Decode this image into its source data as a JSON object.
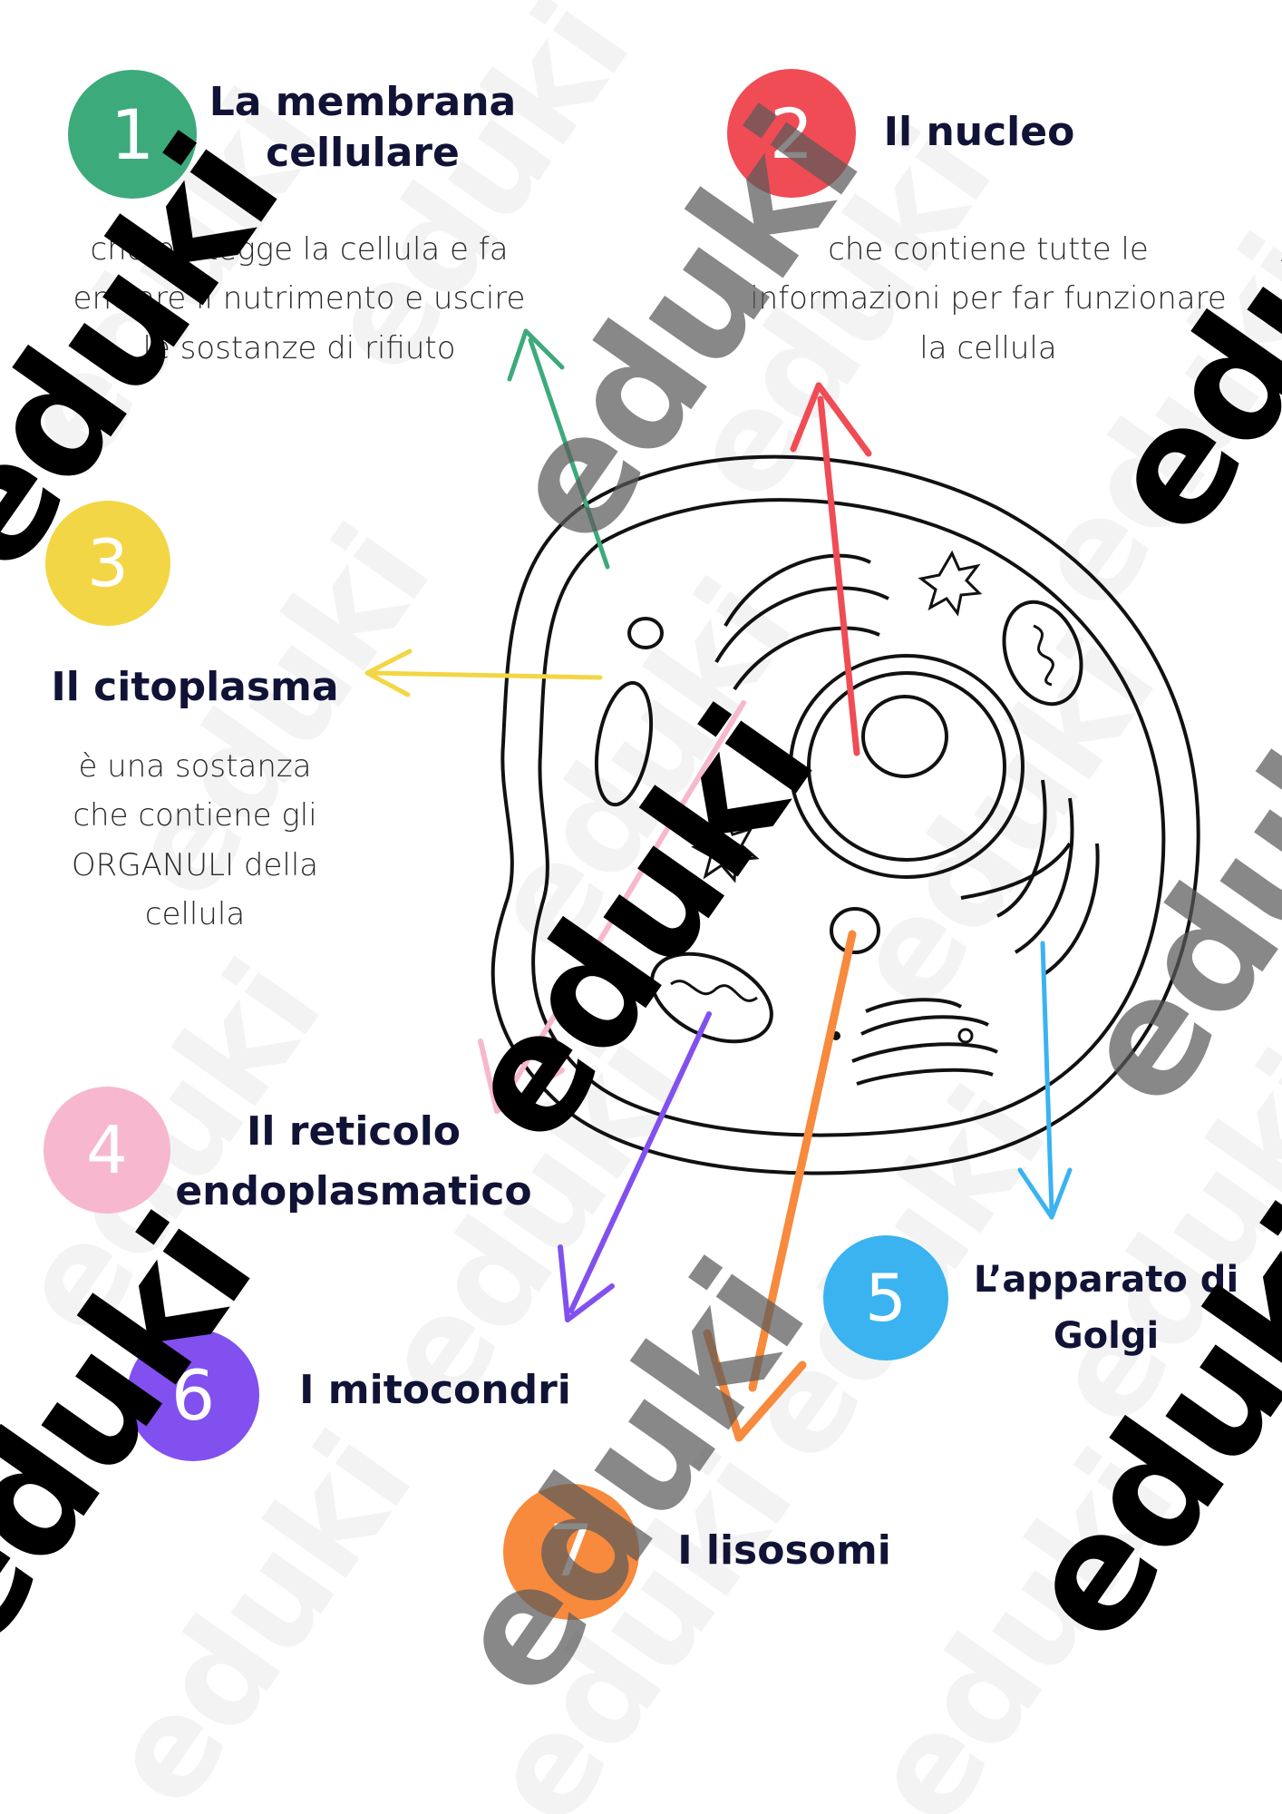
{
  "colors": {
    "membrane": "#3daa7c",
    "nucleus": "#ef4c55",
    "cytoplasm": "#f3d645",
    "reticulum": "#f7b8cf",
    "golgi": "#3ab3f0",
    "mitochondria": "#8150ef",
    "lysosomes": "#f78a3d",
    "title": "#111336"
  },
  "items": [
    {
      "number": "1",
      "title_lines": [
        "La membrana",
        "cellulare"
      ],
      "description": [
        "che protegge la cellula e fa",
        "entrare il nutrimento e uscire",
        "le sostanze di rifiuto"
      ]
    },
    {
      "number": "2",
      "title_lines": [
        "Il nucleo"
      ],
      "description": [
        "che contiene tutte le",
        "informazioni per far funzionare",
        "la cellula"
      ]
    },
    {
      "number": "3",
      "title_lines": [
        "Il citoplasma"
      ],
      "description": [
        "è una sostanza",
        "che contiene gli",
        "ORGANULI della",
        "cellula"
      ]
    },
    {
      "number": "4",
      "title_lines": [
        "Il reticolo",
        "endoplasmatico"
      ],
      "description": []
    },
    {
      "number": "5",
      "title_lines": [
        "L’apparato di",
        "Golgi"
      ],
      "description": []
    },
    {
      "number": "6",
      "title_lines": [
        "I mitocondri"
      ],
      "description": []
    },
    {
      "number": "7",
      "title_lines": [
        "I lisosomi"
      ],
      "description": []
    }
  ],
  "watermark": {
    "text": "eduki"
  }
}
